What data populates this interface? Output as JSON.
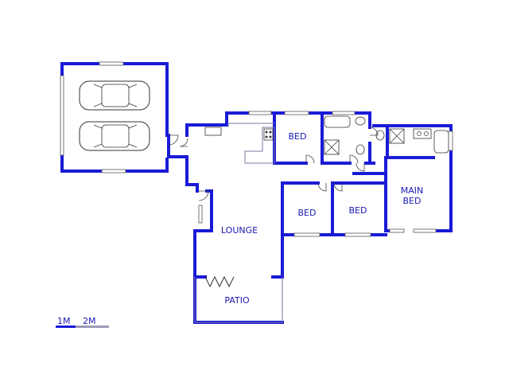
{
  "rooms": {
    "bed_top": "BED",
    "bed_left": "BED",
    "bed_right": "BED",
    "main_bed_line1": "MAIN",
    "main_bed_line2": "BED",
    "lounge": "LOUNGE",
    "patio": "PATIO"
  },
  "scale": {
    "label_1m": "1M",
    "label_2m": "2M"
  },
  "colors": {
    "wall": "#1a1ad6",
    "label": "#1a1ab0"
  }
}
